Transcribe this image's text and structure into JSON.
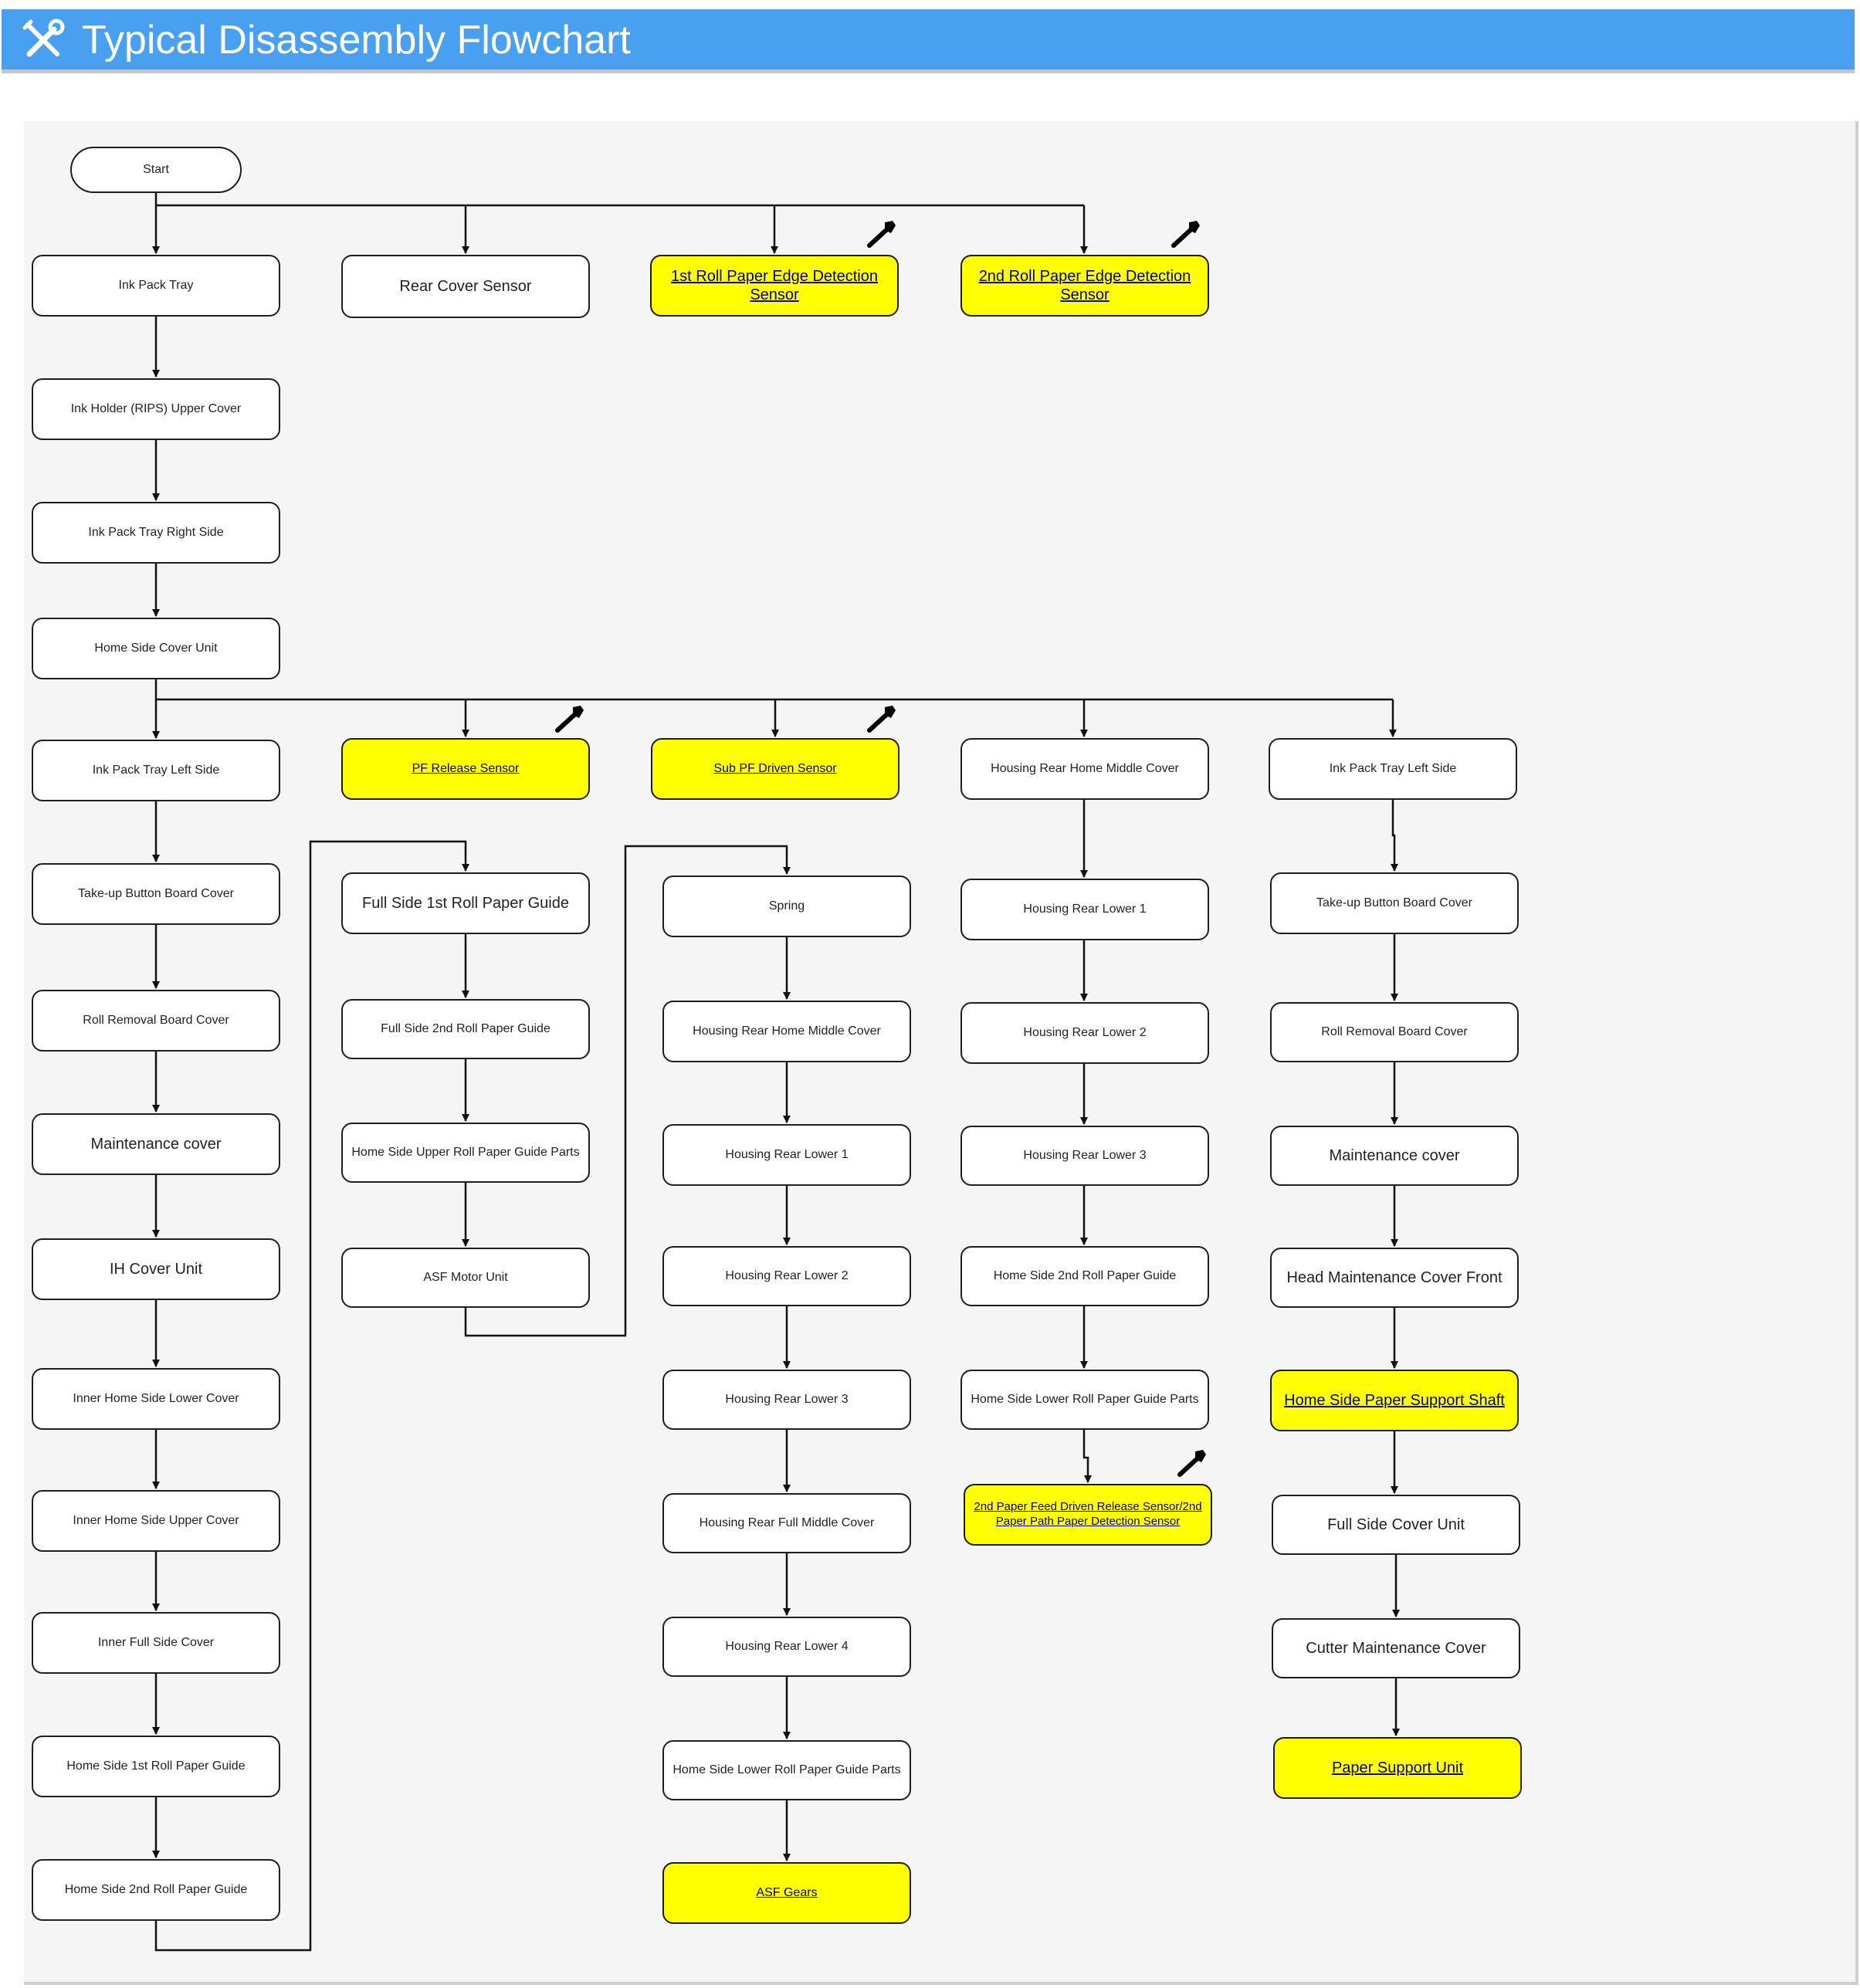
{
  "header": {
    "title": "Typical Disassembly Flowchart",
    "icon": "tools-icon",
    "bg_color": "#4aa0f0"
  },
  "colors": {
    "linked_fill": "#ffff00",
    "link_text": "#00008b",
    "node_border": "#1e1e1e",
    "canvas_bg": "#f5f5f5"
  },
  "nodes": {
    "start": "Start",
    "ink_pack_tray": "Ink Pack Tray",
    "rear_cover_sensor": "Rear Cover Sensor",
    "roll1_edge_sensor": "1st Roll Paper Edge Detection Sensor",
    "roll2_edge_sensor": "2nd Roll Paper Edge Detection Sensor",
    "ink_holder_upper_cover": "Ink Holder (RIPS) Upper Cover",
    "ink_pack_tray_right": "Ink Pack Tray Right Side",
    "home_side_cover_unit": "Home Side Cover Unit",
    "ink_pack_tray_left_a": "Ink Pack Tray Left Side",
    "pf_release_sensor": "PF Release Sensor",
    "sub_pf_driven_sensor": "Sub PF Driven Sensor",
    "housing_rear_home_middle_a": "Housing Rear Home Middle Cover",
    "ink_pack_tray_left_b": "Ink Pack Tray Left Side",
    "takeup_button_board_a": "Take-up Button Board Cover",
    "roll_removal_board_a": "Roll Removal Board Cover",
    "maintenance_cover_a": "Maintenance cover",
    "ih_cover_unit": "IH Cover Unit",
    "inner_home_lower": "Inner Home Side Lower Cover",
    "inner_home_upper": "Inner Home Side Upper Cover",
    "inner_full_side": "Inner Full Side Cover",
    "home_1st_roll_guide": "Home Side 1st Roll Paper Guide",
    "home_2nd_roll_guide_a": "Home Side 2nd Roll Paper Guide",
    "full_1st_roll_guide": "Full Side 1st Roll Paper Guide",
    "full_2nd_roll_guide": "Full Side 2nd Roll Paper Guide",
    "home_upper_roll_guide_parts": "Home Side Upper Roll Paper Guide Parts",
    "asf_motor_unit": "ASF Motor Unit",
    "spring": "Spring",
    "housing_rear_home_middle_b": "Housing Rear Home Middle Cover",
    "housing_rear_lower1_a": "Housing Rear Lower 1",
    "housing_rear_lower2_a": "Housing Rear Lower 2",
    "housing_rear_lower3_a": "Housing Rear Lower 3",
    "housing_rear_full_middle": "Housing Rear Full Middle Cover",
    "housing_rear_lower4": "Housing Rear Lower 4",
    "home_lower_roll_guide_parts_a": "Home Side Lower Roll Paper Guide Parts",
    "asf_gears": "ASF Gears",
    "housing_rear_lower1_b": "Housing Rear Lower 1",
    "housing_rear_lower2_b": "Housing Rear Lower 2",
    "housing_rear_lower3_b": "Housing Rear Lower 3",
    "home_2nd_roll_guide_b": "Home Side 2nd Roll Paper Guide",
    "home_lower_roll_guide_parts_b": "Home Side Lower Roll Paper Guide Parts",
    "paper_feed_sensors": "2nd Paper Feed Driven Release Sensor/2nd Paper Path Paper Detection Sensor",
    "takeup_button_board_b": "Take-up Button Board Cover",
    "roll_removal_board_b": "Roll Removal Board Cover",
    "maintenance_cover_b": "Maintenance cover",
    "head_maintenance_front": "Head Maintenance Cover Front",
    "home_paper_support_shaft": "Home Side Paper Support Shaft",
    "full_side_cover_unit": "Full Side Cover Unit",
    "cutter_maintenance_cover": "Cutter Maintenance Cover",
    "paper_support_unit": "Paper Support Unit"
  }
}
